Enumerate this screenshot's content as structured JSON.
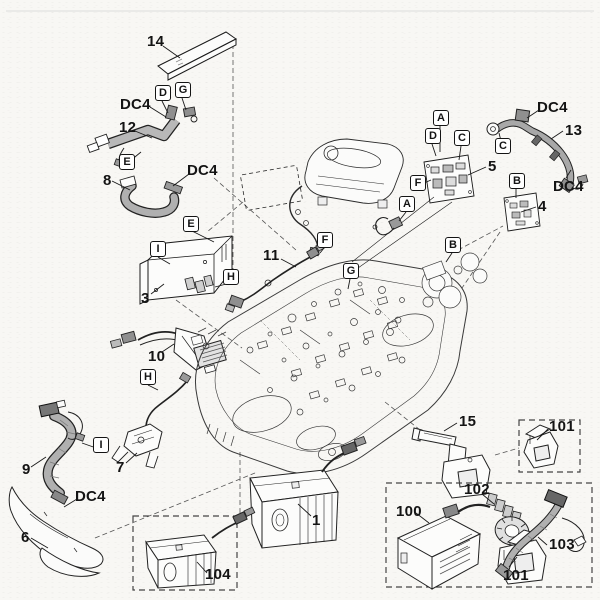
{
  "figure": {
    "kind": "exploded-parts-diagram",
    "subject": "robotic mower electrical components",
    "background_color": "#f8f7f4",
    "line_color": "#1a1a1a"
  },
  "labels": {
    "dc4": "DC4",
    "parts": {
      "p1": "1",
      "p3": "3",
      "p4": "4",
      "p5": "5",
      "p6": "6",
      "p7": "7",
      "p8": "8",
      "p9": "9",
      "p10": "10",
      "p11": "11",
      "p12": "12",
      "p13": "13",
      "p14": "14",
      "p15": "15",
      "p100": "100",
      "p101": "101",
      "p102": "102",
      "p103": "103",
      "p104": "104"
    },
    "refs": {
      "A": "A",
      "B": "B",
      "C": "C",
      "D": "D",
      "E": "E",
      "F": "F",
      "G": "G",
      "H": "H",
      "I": "I"
    }
  }
}
